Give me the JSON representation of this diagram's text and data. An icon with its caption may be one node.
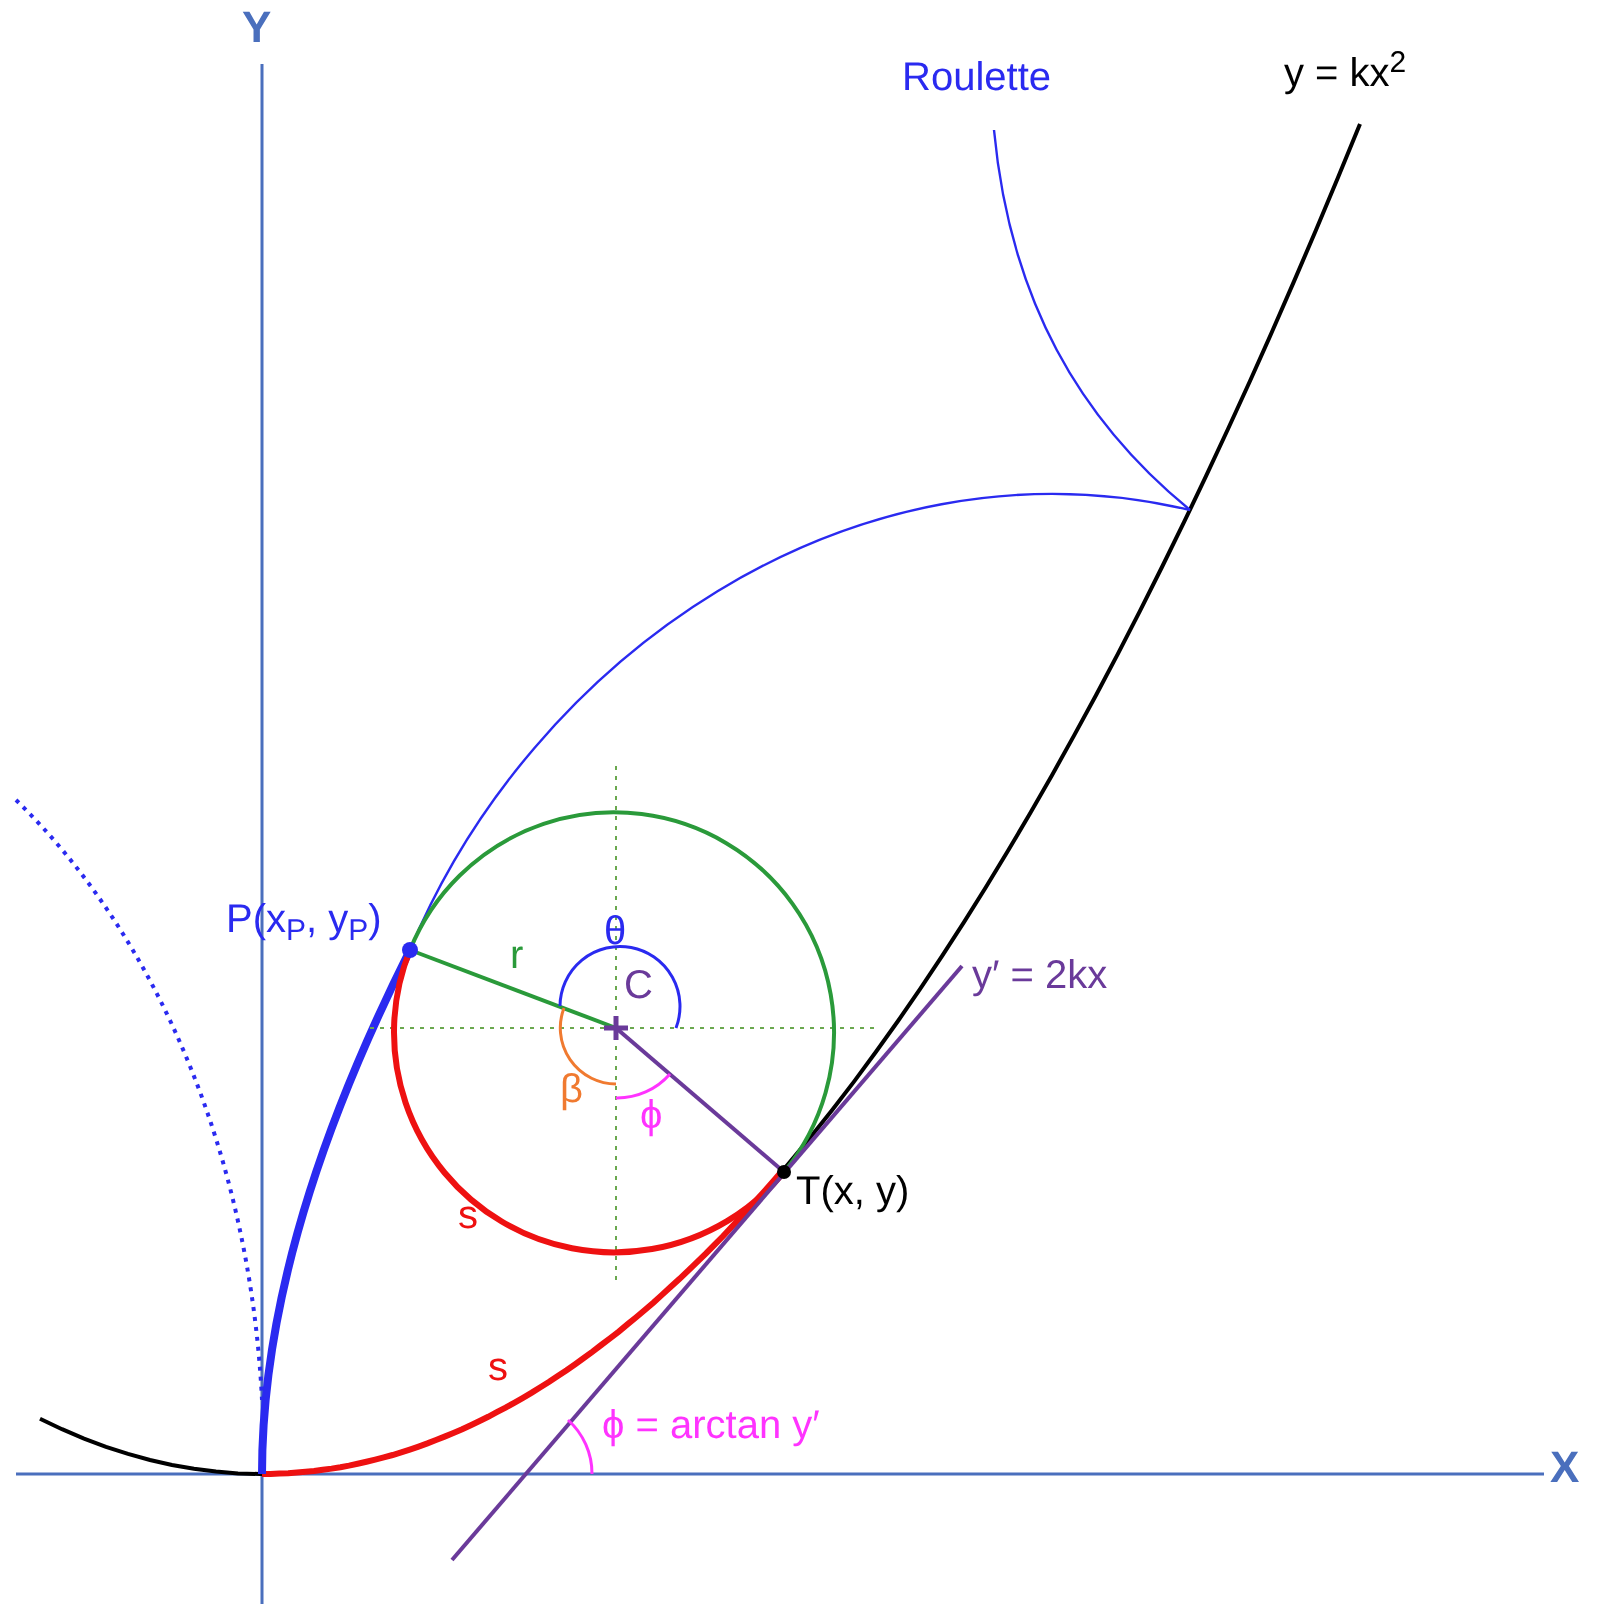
{
  "diagram": {
    "labels": [
      "Y",
      "Roulette",
      "y = kx$^{2}$",
      "P(x$_{P}$, y$_{P}$)",
      "r",
      "θ",
      "C",
      "β",
      "ϕ",
      "s",
      "T(x, y)",
      "y′ = 2kx",
      "s",
      "ϕ = arctan y′",
      "X"
    ]
  }
}
